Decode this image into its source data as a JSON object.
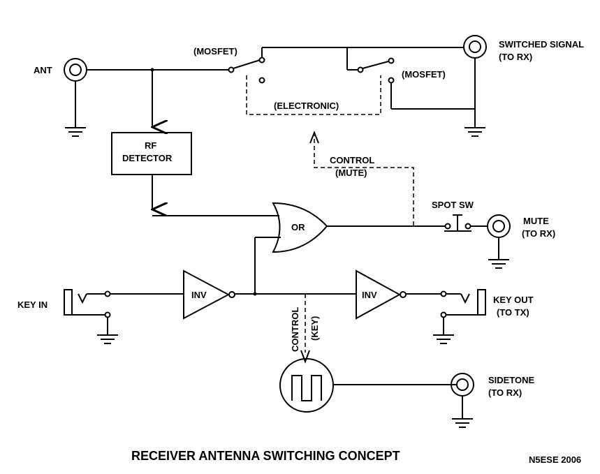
{
  "labels": {
    "ant": "ANT",
    "mosfet_left": "(MOSFET)",
    "mosfet_right": "(MOSFET)",
    "electronic": "(ELECTRONIC)",
    "switched_signal": "SWITCHED SIGNAL",
    "switched_to_rx": "(TO RX)",
    "rf": "RF",
    "detector": "DETECTOR",
    "control": "CONTROL",
    "mute_paren": "(MUTE)",
    "spot_sw": "SPOT SW",
    "or": "OR",
    "mute": "MUTE",
    "mute_to_rx": "(TO RX)",
    "key_in": "KEY IN",
    "inv_left": "INV",
    "inv_right": "INV",
    "key_out": "KEY OUT",
    "key_out_to_tx": "(TO TX)",
    "control_key": "CONTROL",
    "key_paren": "(KEY)",
    "sidetone": "SIDETONE",
    "sidetone_to_rx": "(TO RX)",
    "title": "RECEIVER ANTENNA SWITCHING CONCEPT",
    "author": "N5ESE  2006"
  }
}
